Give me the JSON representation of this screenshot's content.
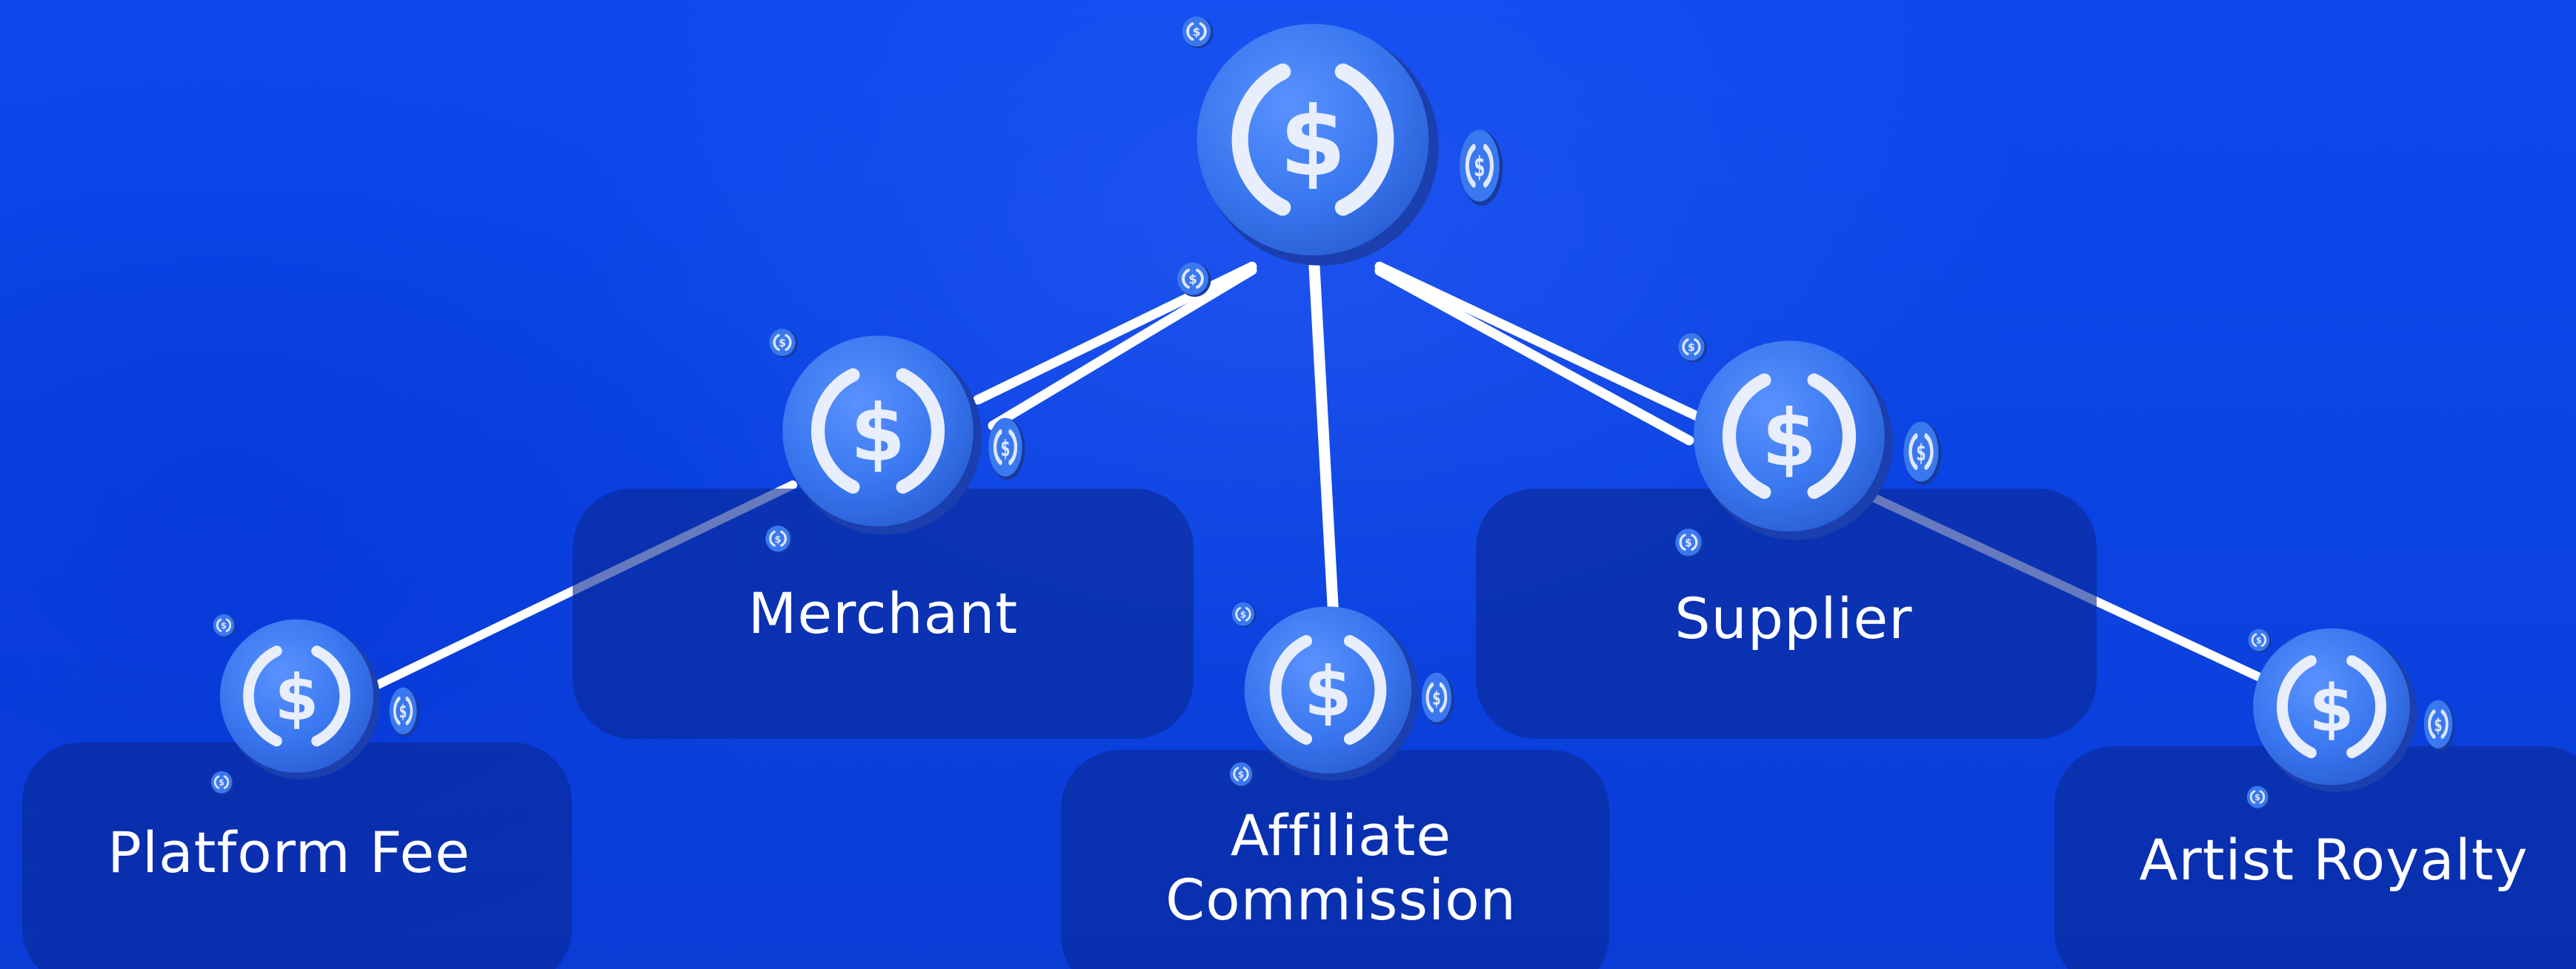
{
  "diagram": {
    "root_icon": "usdc-coin-icon",
    "nodes": [
      {
        "id": "merchant",
        "label": "Merchant",
        "icon": "usdc-coin-icon"
      },
      {
        "id": "supplier",
        "label": "Supplier",
        "icon": "usdc-coin-icon"
      },
      {
        "id": "platform_fee",
        "label": "Platform Fee",
        "icon": "usdc-coin-icon"
      },
      {
        "id": "affiliate_commission",
        "label": "Affiliate Commission",
        "icon": "usdc-coin-icon"
      },
      {
        "id": "artist_royalty",
        "label": "Artist Royalty",
        "icon": "usdc-coin-icon"
      }
    ],
    "edges": [
      {
        "from": "root",
        "to": "merchant"
      },
      {
        "from": "root",
        "to": "supplier"
      },
      {
        "from": "root",
        "to": "affiliate_commission"
      },
      {
        "from": "merchant",
        "to": "platform_fee"
      },
      {
        "from": "supplier",
        "to": "artist_royalty"
      }
    ],
    "colors": {
      "background": "#0b43e2",
      "panel": "#0a2896",
      "coin_face": "#3a78f0",
      "coin_edge": "#1b3fae",
      "line": "#ffffff",
      "text": "#ffffff"
    }
  }
}
